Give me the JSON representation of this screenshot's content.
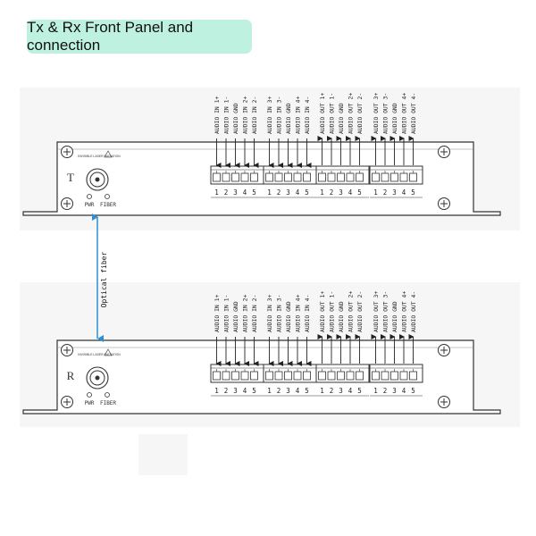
{
  "title": "Tx & Rx Front Panel and connection",
  "colors": {
    "badge": "#bff1e0",
    "fiber_line": "#2e8fd6",
    "outline": "#333333"
  },
  "labels": {
    "set1": [
      "AUDIO IN 1+",
      "AUDIO IN 1-",
      "AUDIO GND",
      "AUDIO IN 2+",
      "AUDIO IN 2-"
    ],
    "set2": [
      "AUDIO IN 3+",
      "AUDIO IN 3-",
      "AUDIO GND",
      "AUDIO IN 4+",
      "AUDIO IN 4-"
    ],
    "set3": [
      "AUDIO OUT 1+",
      "AUDIO OUT 1-",
      "AUDIO GND",
      "AUDIO OUT 2+",
      "AUDIO OUT 2-"
    ],
    "set4": [
      "AUDIO OUT 3+",
      "AUDIO OUT 3-",
      "AUDIO GND",
      "AUDIO OUT 4+",
      "AUDIO OUT 4-"
    ]
  },
  "pin_numbers": [
    "1",
    "2",
    "3",
    "4",
    "5"
  ],
  "tx": {
    "letter": "T"
  },
  "rx": {
    "letter": "R"
  },
  "port": {
    "warning": "INVISIBLE LASER RADIATION"
  },
  "indicators": {
    "pwr": "PWR",
    "fiber": "FIBER"
  },
  "fiber_label": "Optical fiber"
}
